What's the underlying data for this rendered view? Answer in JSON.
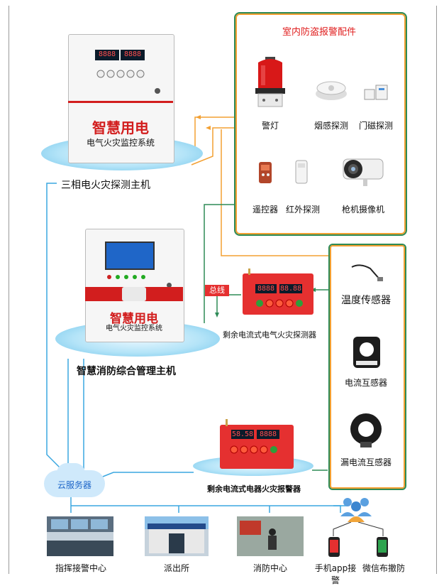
{
  "panel": {
    "title": "室内防盗报警配件"
  },
  "accessories": [
    {
      "label": "警灯",
      "icon": "warning-light-icon"
    },
    {
      "label": "烟感探测",
      "icon": "smoke-detector-icon"
    },
    {
      "label": "门磁探测",
      "icon": "door-sensor-icon"
    },
    {
      "label": "遥控器",
      "icon": "remote-control-icon"
    },
    {
      "label": "红外探测",
      "icon": "infrared-detector-icon"
    },
    {
      "label": "枪机摄像机",
      "icon": "bullet-camera-icon"
    }
  ],
  "host1": {
    "brand": "智慧用电",
    "system": "电气火灾监控系统",
    "caption": "三相电火灾探测主机",
    "display": [
      "8888",
      "8888"
    ]
  },
  "host2": {
    "brand": "智慧用电",
    "system": "电气火灾监控系统",
    "caption": "智慧消防综合管理主机"
  },
  "bus": {
    "label": "总线"
  },
  "detector1": {
    "display": [
      "8888",
      "88.88"
    ],
    "caption": "剩余电流式电气火灾探测器"
  },
  "detector2": {
    "display": [
      "58.58",
      "8888"
    ],
    "caption": "剩余电流式电器火灾报警器"
  },
  "sensors": [
    {
      "label": "温度传感器",
      "icon": "temperature-sensor-icon"
    },
    {
      "label": "电流互感器",
      "icon": "current-transformer-icon"
    },
    {
      "label": "漏电流互感器",
      "icon": "leakage-current-transformer-icon"
    }
  ],
  "cloud": {
    "label": "云服务器"
  },
  "endpoints": [
    {
      "label": "指挥接警中心"
    },
    {
      "label": "派出所"
    },
    {
      "label": "消防中心"
    },
    {
      "label": "手机app接警"
    },
    {
      "label": "微信布撤防"
    }
  ],
  "colors": {
    "accent_red": "#d21e1e",
    "line_blue": "#3aa7e0",
    "line_green": "#2e8b57",
    "line_orange": "#f3a032"
  }
}
